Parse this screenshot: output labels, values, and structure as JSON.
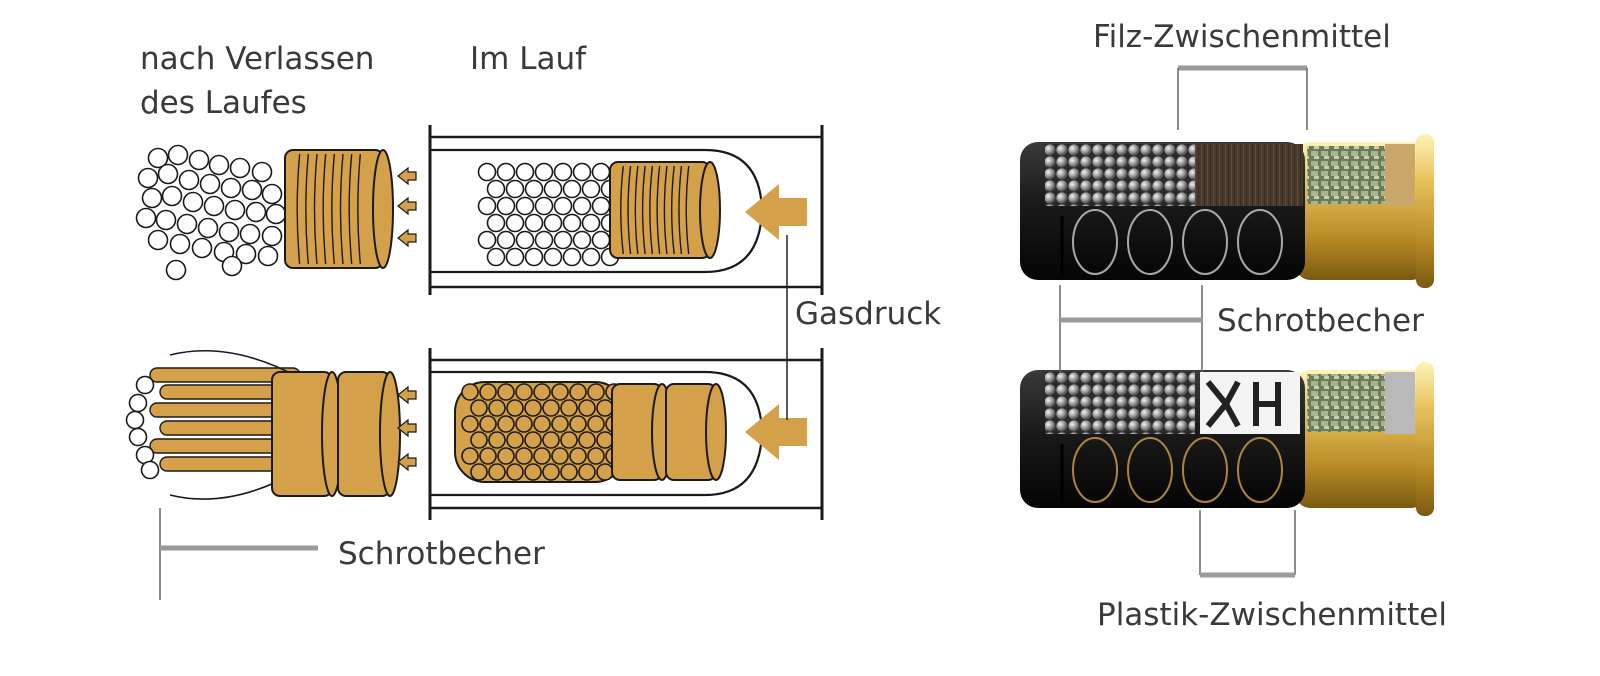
{
  "labels": {
    "after_barrel_line1": "nach Verlassen",
    "after_barrel_line2": "des Laufes",
    "in_barrel": "Im Lauf",
    "gas_pressure": "Gasdruck",
    "shot_cup_left": "Schrotbecher",
    "felt_wad": "Filz-Zwischenmittel",
    "shot_cup_right": "Schrotbecher",
    "plastic_wad": "Plastik-Zwischenmittel"
  },
  "colors": {
    "ochre": "#d4a04a",
    "ochre_dark": "#b57f2a",
    "outline": "#1a1a1a",
    "leader_line": "#9a9a9a",
    "label_text": "#3a3a3a",
    "brass": "#d9b24a",
    "shell_dark": "#1c1c1c",
    "shot_grey": "#9a9a9a",
    "felt_brown": "#4a3a2e",
    "powder_green": "#8f9e78"
  }
}
